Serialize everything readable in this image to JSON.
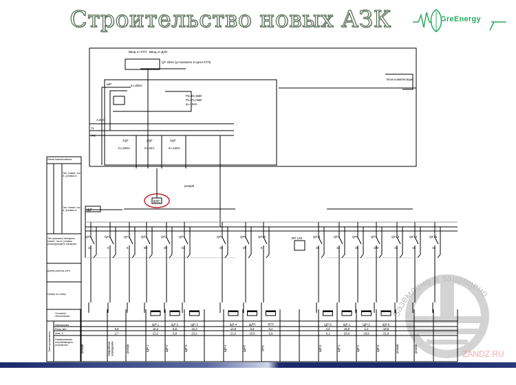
{
  "title": "Строительство новых АЗК",
  "logo": {
    "text": "GreEnergy",
    "color": "#2aa860"
  },
  "schematic": {
    "top_labels": [
      "Ввод от КТП",
      "Ввод от ДЭС",
      "QF 250A (установлен в щите КТП)",
      "ШР",
      "ЩР",
      "А,В,С",
      "N",
      "PE",
      "Iн=250А",
      "Рр=91,9кВт",
      "Рн=71,0кВт",
      "Iр=164А",
      "Блок компенсации",
      "резерв"
    ],
    "feeders": [
      "1QF",
      "2QF",
      "4QF"
    ],
    "feeder_ratings": [
      "In=200A",
      "In=32A",
      "In=100A"
    ],
    "highlight_label": "ВЛС",
    "left_table": [
      "Линия наименование",
      "Тип, номин. ток А, уставка А",
      "Тип, номин. ток А, уставка А",
      "Тип пускового аппарата, номин. ток А, уставка регулирующего аппарата",
      "Длина участка сети",
      "Номер по плану",
      "Условное обозначение",
      "Электроприемник"
    ],
    "breakers": [
      {
        "name": "QF5",
        "rating": "32"
      },
      {
        "name": "QF2",
        "rating": "6"
      },
      {
        "name": "QF1",
        "rating": "6"
      },
      {
        "name": "QF2",
        "rating": "50"
      },
      {
        "name": "QF3",
        "rating": "25"
      },
      {
        "name": "QF4",
        "rating": "63"
      },
      {
        "name": "QF8",
        "rating": "25"
      },
      {
        "name": "QF9",
        "rating": "25"
      },
      {
        "name": "QF10",
        "rating": "6"
      },
      {
        "name": "QF11",
        "rating": "25"
      },
      {
        "name": "QF1",
        "rating": "32"
      },
      {
        "name": "QF6",
        "rating": "25"
      },
      {
        "name": "QF7",
        "rating": "100"
      },
      {
        "name": "QF13",
        "rating": "16"
      },
      {
        "name": "QF14",
        "rating": "16"
      },
      {
        "name": "QF15",
        "rating": "16"
      }
    ],
    "contactor_label": "ВП 125",
    "colors": {
      "line": "#000000",
      "highlight": "#c0262c",
      "gray": "#aaaaaa"
    }
  },
  "table": {
    "row_labels": [
      "Маркировка",
      "Рном, кВт",
      "Iном, А",
      "Наименование потребляющего устройства"
    ],
    "columns": [
      {
        "mark": "",
        "p": "",
        "i": "",
        "name": "резерв"
      },
      {
        "mark": "",
        "p": "5,8",
        "i": "2,7",
        "name": "Аварийное освещение"
      },
      {
        "mark": "",
        "p": "",
        "i": "",
        "name": "резерв"
      },
      {
        "mark": "ЩР-1",
        "p": "15,3",
        "i": "23,2",
        "name": "ЩР-1"
      },
      {
        "mark": "ЩР-2",
        "p": "5,8",
        "i": "8,8",
        "name": "ЩР-2"
      },
      {
        "mark": "ЩР-3",
        "p": "15,3",
        "i": "23,2",
        "name": "ЩР-3"
      },
      {
        "mark": "",
        "p": "",
        "i": "",
        "name": ""
      },
      {
        "mark": "ЩР-4",
        "p": "13,9",
        "i": "21,0",
        "name": "ЩР-4"
      },
      {
        "mark": "ЩРП",
        "p": "5,9",
        "i": "10,5",
        "name": "ЩРП"
      },
      {
        "mark": "ЯТП",
        "p": "0,2",
        "i": "0,9",
        "name": "ЯТП"
      },
      {
        "mark": "",
        "p": "",
        "i": "",
        "name": ""
      },
      {
        "mark": "",
        "p": "",
        "i": "",
        "name": ""
      },
      {
        "mark": "ЩР-5",
        "p": "4,0",
        "i": "4,1",
        "name": "ЩР-5"
      },
      {
        "mark": "ЩР-1",
        "p": "15,8",
        "i": "26,6",
        "name": "ЩР-1"
      },
      {
        "mark": "ЩР-2",
        "p": "1,0",
        "i": "18,6",
        "name": "ЩР-2"
      },
      {
        "mark": "ЩР-6",
        "p": "18,9",
        "i": "31,9",
        "name": "ЩР-6"
      },
      {
        "mark": "",
        "p": "",
        "i": "",
        "name": "резерв"
      },
      {
        "mark": "",
        "p": "",
        "i": "",
        "name": "резерв"
      }
    ]
  },
  "watermark": {
    "text": "Заземлено и защищено",
    "site": "ZANDZ.RU"
  }
}
